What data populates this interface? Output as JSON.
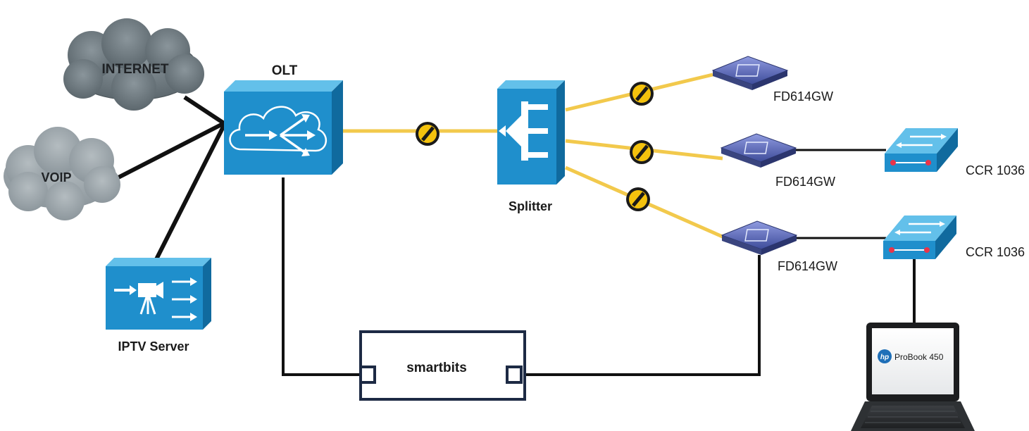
{
  "colors": {
    "cisco_blue": "#1f8fcc",
    "cisco_blue_dark": "#106a9e",
    "cisco_blue_light": "#63c0ea",
    "fiber": "#f2c94c",
    "copper": "#111111",
    "cloud_dark": "#6f7a80",
    "cloud_light": "#9aa3a8",
    "ont_purple": "#5766b6"
  },
  "nodes": {
    "internet": {
      "label": "INTERNET",
      "icon": "cloud-icon"
    },
    "voip": {
      "label": "VOIP",
      "icon": "cloud-icon"
    },
    "iptv": {
      "label": "IPTV Server",
      "icon": "video-server-icon"
    },
    "olt": {
      "label": "OLT",
      "icon": "olt-router-icon"
    },
    "splitter": {
      "label": "Splitter",
      "icon": "splitter-icon"
    },
    "ont1": {
      "label": "FD614GW",
      "icon": "ont-icon"
    },
    "ont2": {
      "label": "FD614GW",
      "icon": "ont-icon"
    },
    "ont3": {
      "label": "FD614GW",
      "icon": "ont-icon"
    },
    "ccr1": {
      "label": "CCR 1036",
      "icon": "switch-icon"
    },
    "ccr2": {
      "label": "CCR 1036",
      "icon": "switch-icon"
    },
    "smartbits": {
      "label": "smartbits",
      "icon": "test-box-icon"
    },
    "laptop": {
      "brand": "ProBook 450",
      "logo": "hp",
      "icon": "laptop-icon"
    }
  }
}
